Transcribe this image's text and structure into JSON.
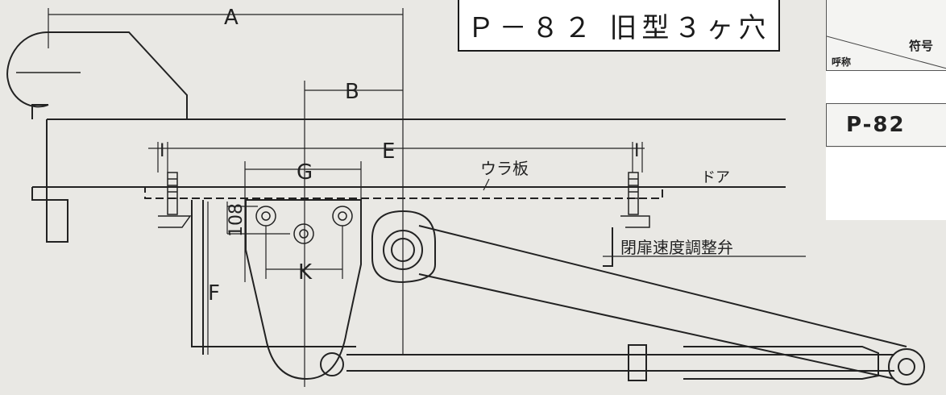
{
  "title": "Ｐ－８２ 旧型３ヶ穴",
  "labels": {
    "A": "A",
    "B": "B",
    "E": "E",
    "G": "G",
    "K": "K",
    "F": "F",
    "I_left": "I",
    "I_right": "I",
    "dim_108": "108",
    "back_plate": "ウラ板",
    "door": "ドア",
    "speed_valve": "閉扉速度調整弁"
  },
  "table": {
    "symbol_header": "符号",
    "name_header": "呼称",
    "model": "P-82"
  }
}
